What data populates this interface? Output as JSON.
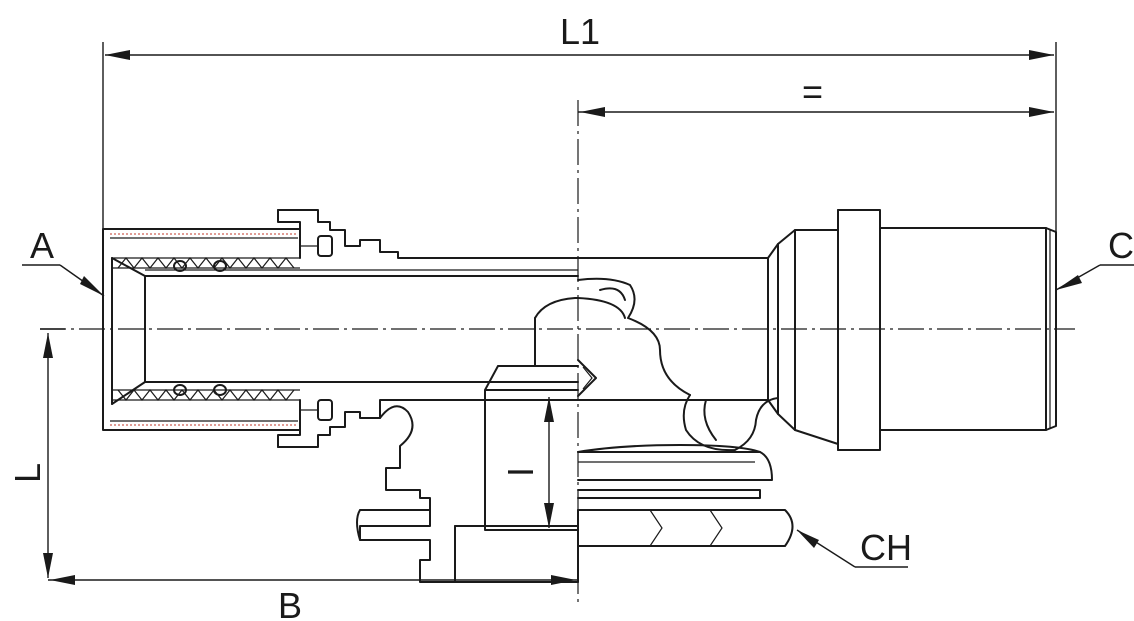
{
  "labels": {
    "overall_length": "L1",
    "equal_mark": "=",
    "port_a": "A",
    "port_c": "C",
    "height": "L",
    "inner_height": "I",
    "base_length": "B",
    "hex_size": "CH"
  },
  "colors": {
    "line": "#1a1a1a",
    "liner": "#c0392b",
    "background": "#ffffff"
  }
}
